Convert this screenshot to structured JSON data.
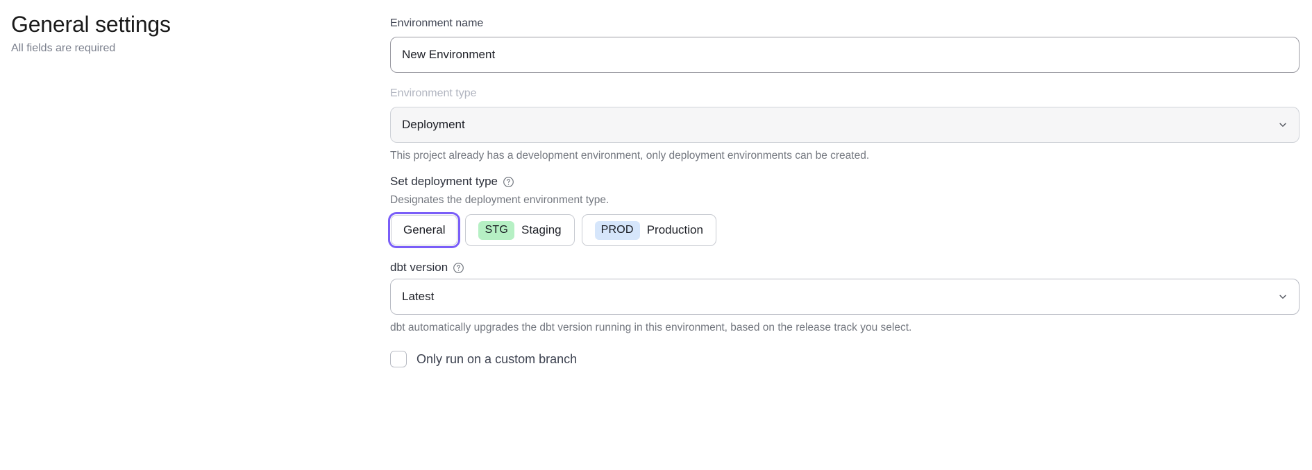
{
  "header": {
    "title": "General settings",
    "subtitle": "All fields are required"
  },
  "form": {
    "environment_name": {
      "label": "Environment name",
      "value": "New Environment",
      "placeholder": "Environment name"
    },
    "environment_type": {
      "label": "Environment type",
      "value": "Deployment",
      "disabled": true,
      "help_text": "This project already has a development environment, only deployment environments can be created.",
      "chevron_icon": "chevron-down-icon"
    },
    "deployment_type": {
      "label": "Set deployment type",
      "help_icon": "question-circle-icon",
      "description": "Designates the deployment environment type.",
      "selected": "General",
      "options": [
        {
          "label": "General",
          "tag": "",
          "tag_color": "",
          "selected": true
        },
        {
          "label": "Staging",
          "tag": "STG",
          "tag_color": "#b6f0c4",
          "selected": false
        },
        {
          "label": "Production",
          "tag": "PROD",
          "tag_color": "#d6e6fb",
          "selected": false
        }
      ]
    },
    "dbt_version": {
      "label": "dbt version",
      "help_icon": "question-circle-icon",
      "value": "Latest",
      "chevron_icon": "chevron-down-icon",
      "help_text": "dbt automatically upgrades the dbt version running in this environment, based on the release track you select."
    },
    "custom_branch": {
      "label": "Only run on a custom branch",
      "checked": false
    }
  },
  "colors": {
    "focus_ring": "#7a5ef8",
    "staging_tag_bg": "#b6f0c4",
    "production_tag_bg": "#d6e6fb",
    "disabled_text": "#b0b4bf",
    "muted_text": "#73777f"
  }
}
